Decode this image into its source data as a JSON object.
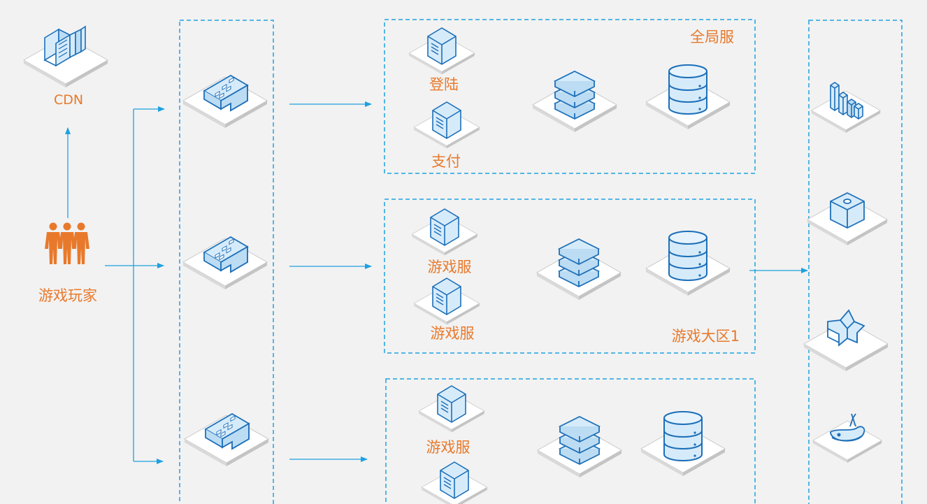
{
  "colors": {
    "background": "#f2f2f2",
    "accent_blue": "#1ea1e0",
    "label_orange": "#e8792b",
    "icon_stroke": "#1d6fb8",
    "icon_fill": "#d6ebfa",
    "pad_fill": "#ffffff"
  },
  "labels": {
    "cdn": "CDN",
    "players": "游戏玩家",
    "global_group": "全局服",
    "login": "登陆",
    "payment": "支付",
    "zone1_group": "游戏大区1",
    "game_server": "游戏服"
  },
  "icons": [
    "cdn-books-icon",
    "players-icon",
    "gateway-building-icon",
    "server-tower-icon",
    "cache-stack-icon",
    "database-icon",
    "bar-chart-icon",
    "box-icon",
    "star-block-icon",
    "docker-whale-icon"
  ]
}
